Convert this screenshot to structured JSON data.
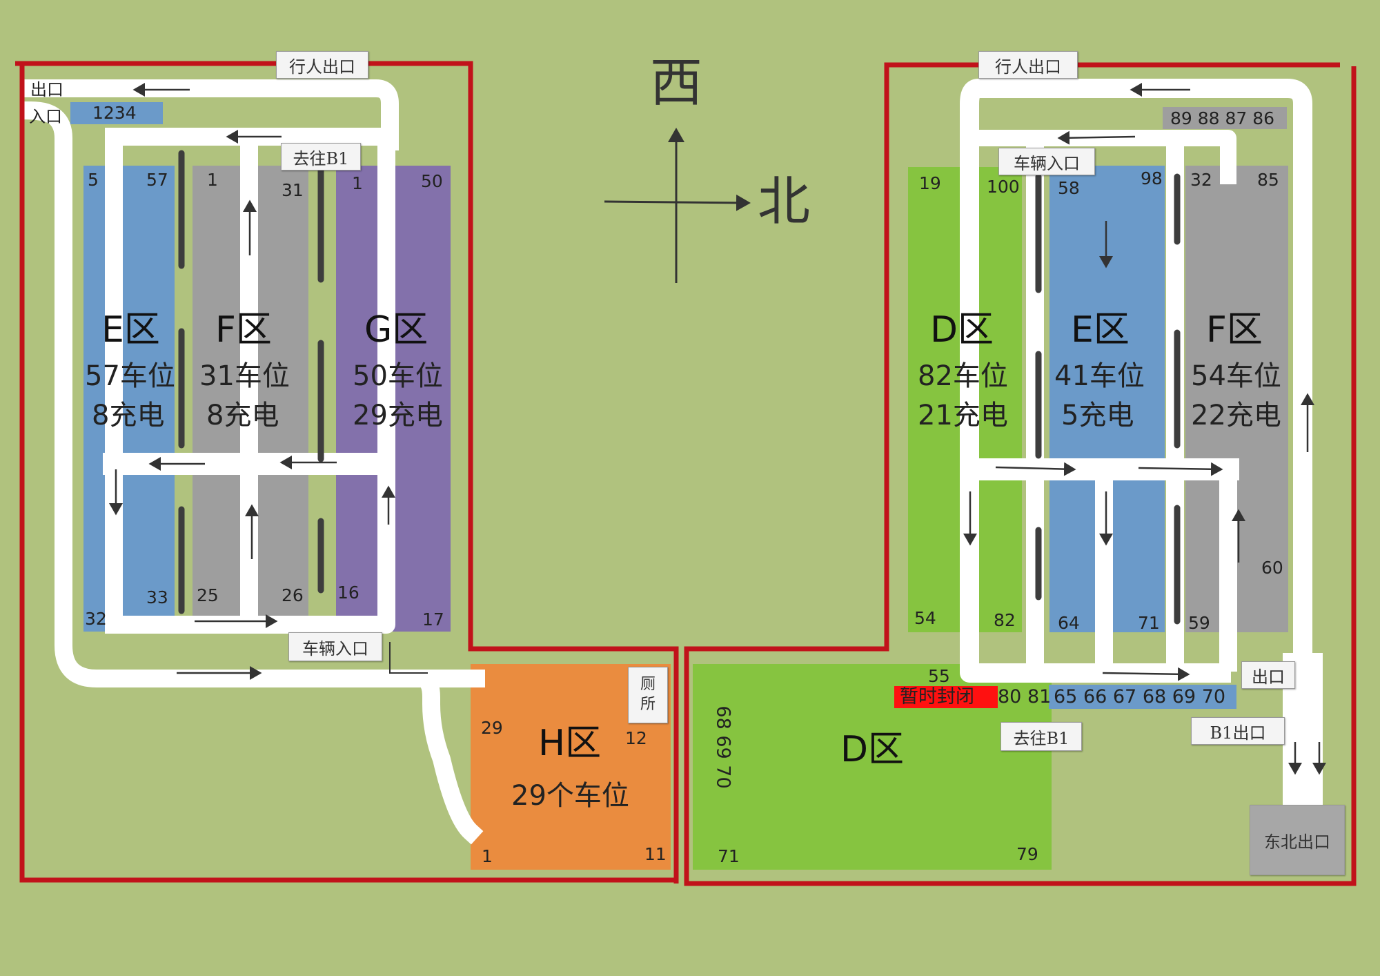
{
  "colors": {
    "background": "#b0c27e",
    "boundary": "#c1121a",
    "road": "#ffffff",
    "zone_blue": "#6b9ac9",
    "zone_gray": "#9e9e9e",
    "zone_purple": "#8371ab",
    "zone_green": "#86c440",
    "zone_orange": "#ea8c3f",
    "closed_red": "#ff1010",
    "divider": "#3d3d3d"
  },
  "compass": {
    "west": "西",
    "north": "北"
  },
  "left": {
    "labels": {
      "pedestrian_exit": "行人出口",
      "exit": "出口",
      "entrance": "入口",
      "strip": "1234",
      "to_b1": "去往B1",
      "vehicle_entrance": "车辆入口",
      "toilet": "厕所"
    },
    "zones": {
      "E": {
        "name": "E区",
        "spaces": "57车位",
        "charging": "8充电",
        "nums": [
          "5",
          "57",
          "32",
          "33"
        ]
      },
      "F": {
        "name": "F区",
        "spaces": "31车位",
        "charging": "8充电",
        "nums": [
          "1",
          "31",
          "25",
          "26"
        ]
      },
      "G": {
        "name": "G区",
        "spaces": "50车位",
        "charging": "29充电",
        "nums": [
          "1",
          "50",
          "16",
          "17"
        ]
      },
      "H": {
        "name": "H区",
        "spaces": "29个车位",
        "nums": [
          "29",
          "12",
          "1",
          "11"
        ]
      }
    }
  },
  "right": {
    "labels": {
      "pedestrian_exit": "行人出口",
      "top_strip": "89 88 87 86",
      "vehicle_entrance": "车辆入口",
      "exit": "出口",
      "b1_exit": "B1出口",
      "to_b1": "去往B1",
      "northeast_exit": "东北出口",
      "closed": "暂时封闭",
      "row_a": "80 81",
      "row_b": "65 66  67 68 69 70",
      "vertical": "68 69 70",
      "num55": "55"
    },
    "zones": {
      "D": {
        "name": "D区",
        "spaces": "82车位",
        "charging": "21充电",
        "nums": [
          "19",
          "100",
          "54",
          "82"
        ]
      },
      "E": {
        "name": "E区",
        "spaces": "41车位",
        "charging": "5充电",
        "nums": [
          "58",
          "98",
          "64",
          "71"
        ]
      },
      "F": {
        "name": "F区",
        "spaces": "54车位",
        "charging": "22充电",
        "nums": [
          "32",
          "85",
          "60",
          "59"
        ]
      },
      "D2": {
        "name": "D区",
        "nums": [
          "71",
          "79"
        ]
      }
    }
  }
}
